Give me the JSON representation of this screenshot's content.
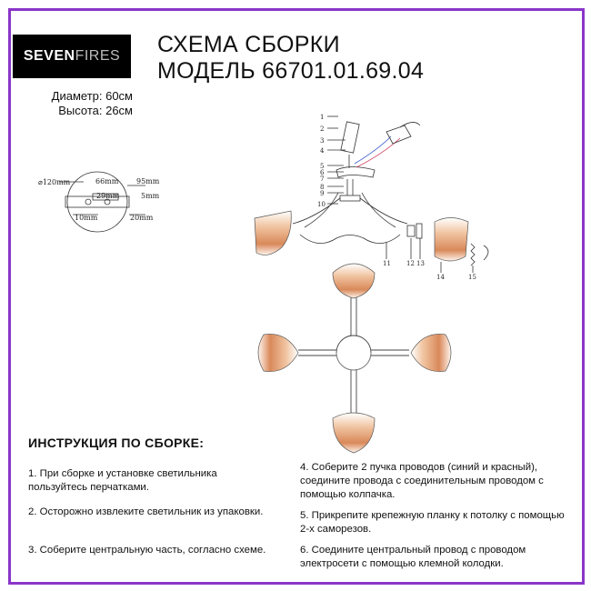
{
  "brand": {
    "part1": "SEVEN",
    "part2": "FIRES"
  },
  "header": {
    "line1": "СХЕМА СБОРКИ",
    "line2": "МОДЕЛЬ 66701.01.69.04"
  },
  "specs": {
    "diameter": "Диаметр: 60см",
    "height": "Высота: 26см"
  },
  "mount_dimensions": {
    "d120": "⌀120mm",
    "w66": "66mm",
    "w95": "95mm",
    "w29": "29mm",
    "h5": "5mm",
    "w10": "10mm",
    "w20": "20mm"
  },
  "part_numbers": {
    "left_column": [
      "1",
      "2",
      "3",
      "4",
      "5",
      "6",
      "7",
      "8",
      "9",
      "10"
    ],
    "bottom": [
      "11",
      "12",
      "13",
      "14",
      "15"
    ]
  },
  "colors": {
    "frame": "#8a35c9",
    "shade": "#d9895a",
    "logo_bg": "#000000"
  },
  "instructions": {
    "title": "ИНСТРУКЦИЯ ПО СБОРКЕ:",
    "steps": [
      "1. При сборке и установке светильника пользуйтесь перчатками.",
      "2. Осторожно извлеките светильник из упаковки.",
      "3. Соберите центральную часть, согласно схеме.",
      "4. Соберите 2 пучка проводов (синий и красный), соедините провода с соединительным проводом с помощью колпачка.",
      "5. Прикрепите крепежную планку к потолку с помощью 2-х саморезов.",
      "6. Соедините центральный провод с проводом электросети с помощью клемной колодки."
    ]
  }
}
